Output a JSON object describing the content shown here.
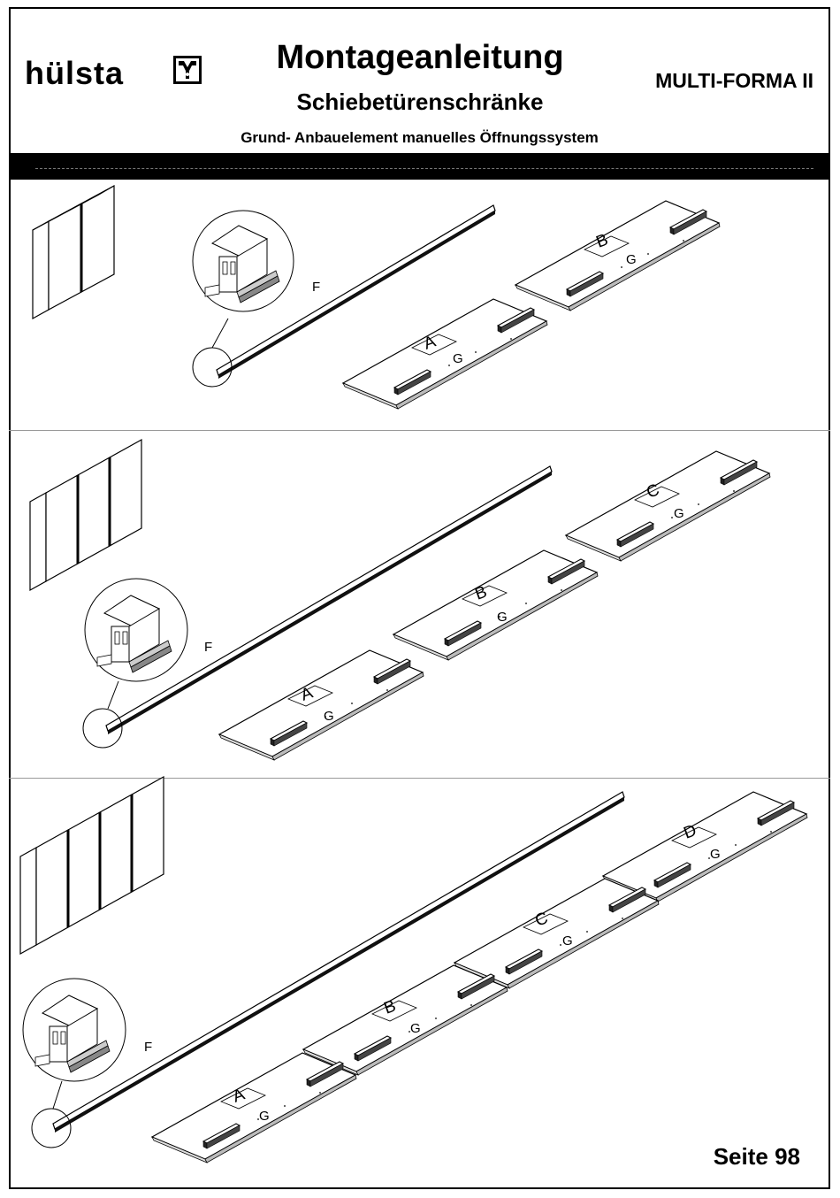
{
  "header": {
    "brand": "hülsta",
    "title": "Montageanleitung",
    "subtitle": "Schiebetürenschränke",
    "product": "MULTI-FORMA II",
    "subhead": "Grund- Anbauelement manuelles Öffnungssystem"
  },
  "sections": [
    {
      "doors": 2,
      "rail_label": "F",
      "plate_letters": [
        "A",
        "B"
      ],
      "plate_label": "G"
    },
    {
      "doors": 3,
      "rail_label": "F",
      "plate_letters": [
        "A",
        "B",
        "C"
      ],
      "plate_label": "G"
    },
    {
      "doors": 4,
      "rail_label": "F",
      "plate_letters": [
        "A",
        "B",
        "C",
        "D"
      ],
      "plate_label": "G"
    }
  ],
  "footer": {
    "page": "Seite 98"
  },
  "icons": [
    "hulsta-logo-icon",
    "wardrobe-icon",
    "rail-profile-detail-icon",
    "rail-icon",
    "base-plate-icon"
  ]
}
